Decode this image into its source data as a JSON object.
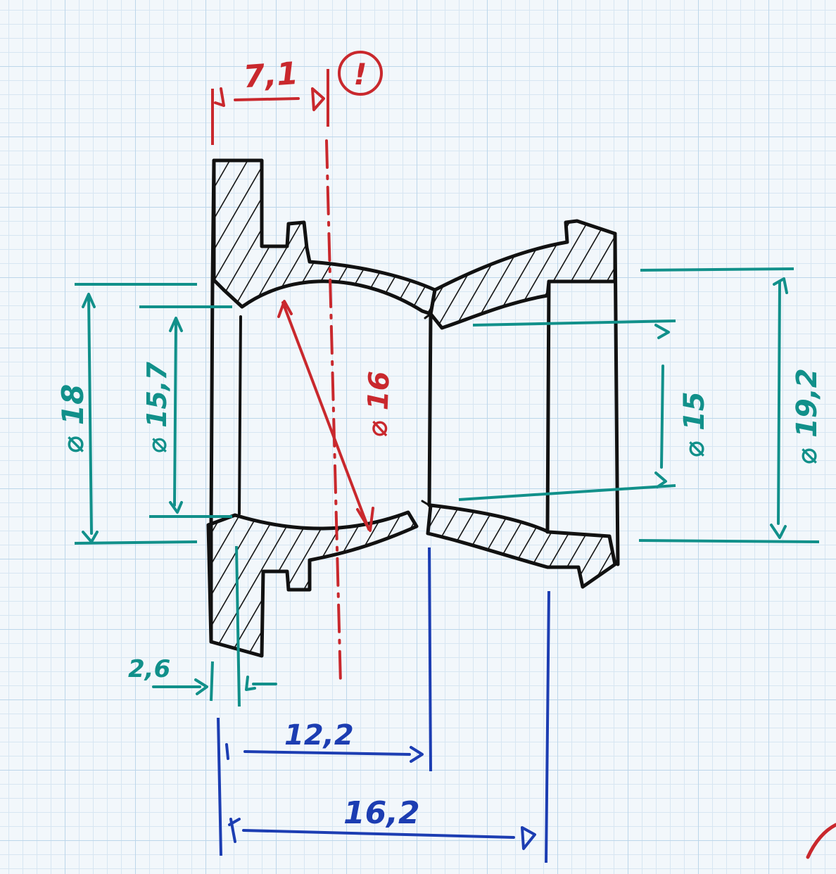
{
  "colors": {
    "outline": "#111111",
    "red": "#c9282d",
    "teal": "#11908a",
    "blue": "#1c3db2",
    "grid_major": "#bcd6ea",
    "grid_minor": "#d7e6f2",
    "paper": "#f2f7fb"
  },
  "annotations": {
    "top_distance": "7,1",
    "warning_symbol": "!",
    "radius": "⌀ 16",
    "left_outer_diameter": "⌀ 18",
    "left_inner_diameter": "⌀ 15,7",
    "right_inner_diameter": "⌀ 15",
    "right_outer_diameter": "⌀ 19,2",
    "flange_thickness": "2,6",
    "length_inner": "12,2",
    "length_total": "16,2"
  }
}
